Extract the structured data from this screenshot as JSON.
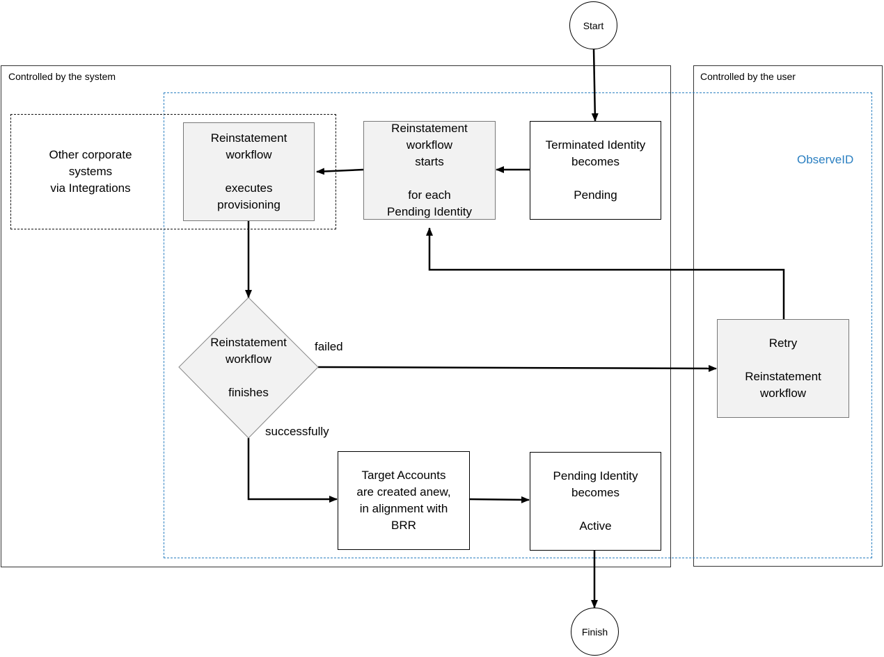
{
  "regions": {
    "system_label": "Controlled by the system",
    "user_label": "Controlled by the user",
    "observe_label": "ObserveID"
  },
  "nodes": {
    "start": "Start",
    "finish": "Finish",
    "terminated": "Terminated Identity\nbecomes\n\nPending",
    "workflow_starts": "Reinstatement\nworkflow\nstarts\n\nfor each\nPending Identity",
    "executes": "Reinstatement\nworkflow\n\nexecutes\nprovisioning",
    "other_systems": "Other corporate\nsystems\nvia Integrations",
    "decision": "Reinstatement\nworkflow\n\nfinishes",
    "retry": "Retry\n\nReinstatement\nworkflow",
    "target_accounts": "Target Accounts\nare created anew,\nin alignment with\nBRR",
    "pending_active": "Pending Identity\nbecomes\n\nActive"
  },
  "edges": {
    "failed": "failed",
    "successfully": "successfully"
  },
  "colors": {
    "accent": "#2a7fc1",
    "box_fill": "#f2f2f2"
  }
}
